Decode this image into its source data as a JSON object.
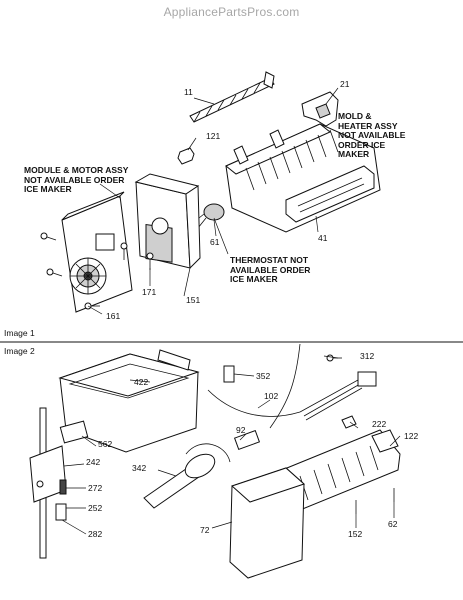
{
  "watermark": "AppliancePartsPros.com",
  "sections": [
    {
      "id": "image1",
      "title": "Image 1"
    },
    {
      "id": "image2",
      "title": "Image 2"
    }
  ],
  "notes": {
    "mold_heater": "MOLD &\nHEATER ASSY\nNOT AVAILABLE\nORDER ICE\nMAKER",
    "module_motor": "MODULE & MOTOR ASSY\nNOT AVAILABLE ORDER\nICE MAKER",
    "thermostat": "THERMOSTAT NOT\nAVAILABLE ORDER\nICE MAKER"
  },
  "callouts": {
    "p11": "11",
    "p21": "21",
    "p121": "121",
    "p61": "61",
    "p41": "41",
    "p171": "171",
    "p151": "151",
    "p161": "161",
    "p312": "312",
    "p422": "422",
    "p352": "352",
    "p102": "102",
    "p222": "222",
    "p122": "122",
    "p92": "92",
    "p562": "562",
    "p242": "242",
    "p342": "342",
    "p272": "272",
    "p252": "252",
    "p282": "282",
    "p72": "72",
    "p152": "152",
    "p62": "62"
  }
}
